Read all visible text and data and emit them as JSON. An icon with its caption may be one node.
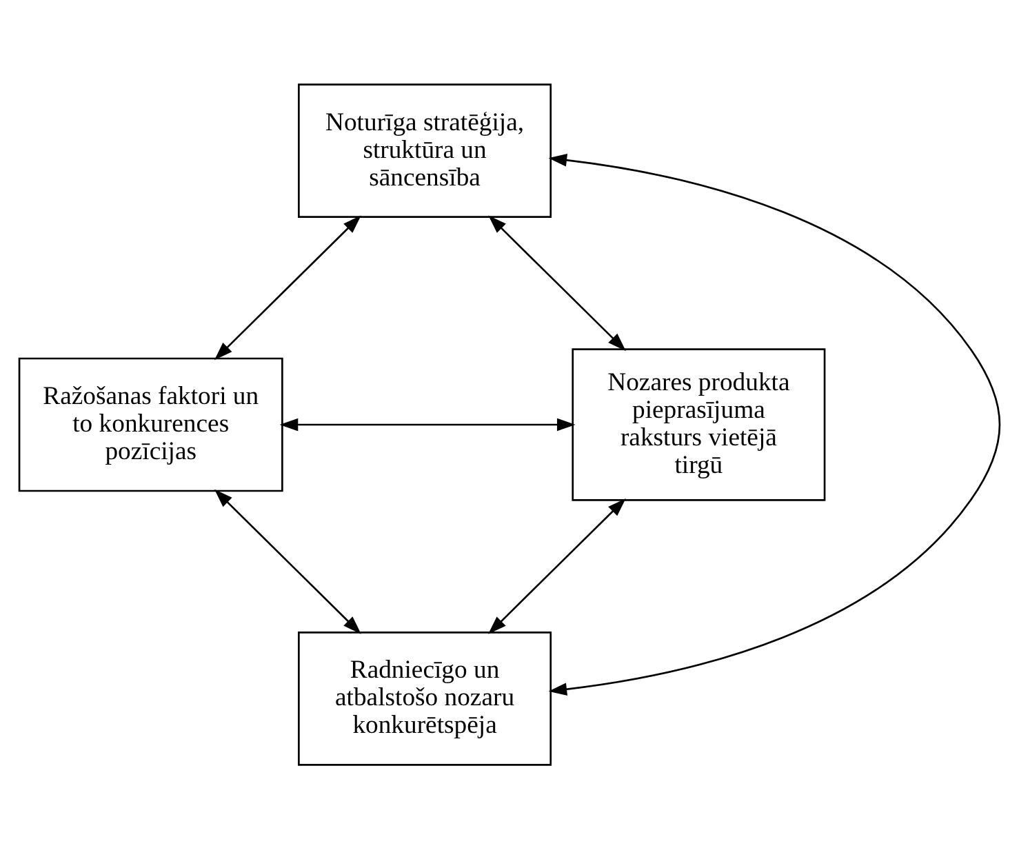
{
  "diagram": {
    "nodes": [
      {
        "text": [
          "Noturīga stratēģija, struktūra un sāncensība"
        ]
      },
      {
        "text": [
          "Ražošanas faktori un to konkurences pozīcijas"
        ]
      },
      {
        "text": [
          "Nozares produkta pieprasījuma raksturs vietējā tirgū"
        ]
      },
      {
        "text": [
          "Radniecīgo un atbalstošo nozaru konkurētspēja"
        ]
      }
    ],
    "edges": [
      {
        "from": 0,
        "to": 1,
        "arrow": "both"
      },
      {
        "from": 0,
        "to": 2,
        "arrow": "both"
      },
      {
        "from": 1,
        "to": 2,
        "arrow": "both"
      },
      {
        "from": 0,
        "to": 3,
        "arrow": "both"
      },
      {
        "from": 1,
        "to": 3,
        "arrow": "both"
      },
      {
        "from": 2,
        "to": 3,
        "arrow": "both"
      }
    ]
  }
}
